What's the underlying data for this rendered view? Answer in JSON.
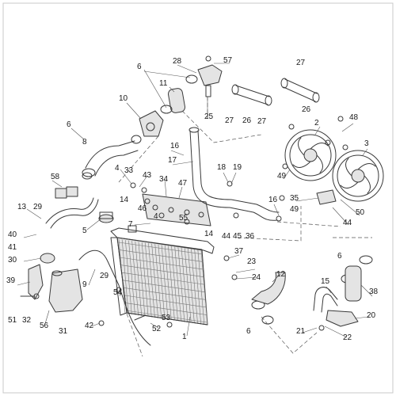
{
  "part_labels": [
    "1",
    "2",
    "3",
    "4",
    "5",
    "6",
    "7",
    "8",
    "9",
    "10",
    "11",
    "12",
    "13",
    "14",
    "15",
    "16",
    "17",
    "18",
    "19",
    "20",
    "21",
    "22",
    "23",
    "24",
    "25",
    "26",
    "27",
    "28",
    "29",
    "30",
    "31",
    "32",
    "33",
    "34",
    "35",
    "36",
    "37",
    "38",
    "39",
    "40",
    "41",
    "42",
    "43",
    "44",
    "45",
    "46",
    "47",
    "48",
    "49",
    "50",
    "51",
    "52",
    "53",
    "54",
    "55",
    "56",
    "57",
    "58"
  ],
  "colors": {
    "line": "#3a3a3a",
    "fill": "#e4e4e4",
    "frame": "#c8c8c8"
  }
}
